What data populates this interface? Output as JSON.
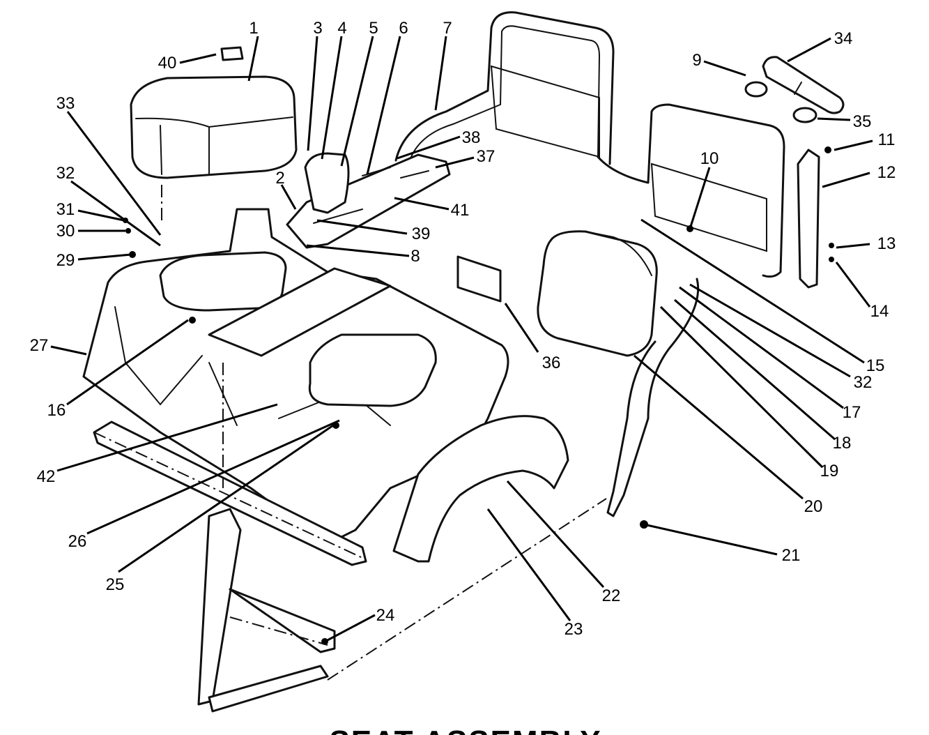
{
  "title": "SEAT ASSEMBLY",
  "callouts": [
    "1",
    "2",
    "3",
    "4",
    "5",
    "6",
    "7",
    "8",
    "9",
    "10",
    "11",
    "12",
    "13",
    "14",
    "15",
    "16",
    "17",
    "18",
    "19",
    "20",
    "21",
    "22",
    "23",
    "24",
    "25",
    "26",
    "27",
    "29",
    "30",
    "31",
    "32",
    "32",
    "33",
    "34",
    "35",
    "36",
    "37",
    "38",
    "39",
    "40",
    "41",
    "42"
  ],
  "colors": {
    "line": "#111111",
    "background": "#ffffff"
  }
}
